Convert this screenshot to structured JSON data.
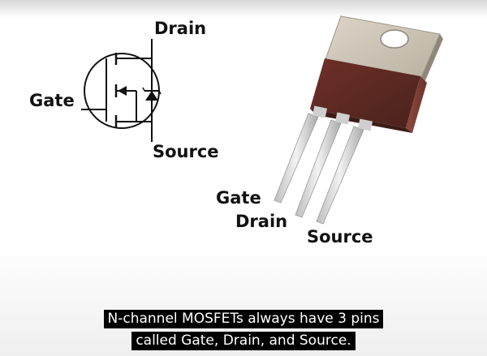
{
  "symbol": {
    "drain_label": "Drain",
    "gate_label": "Gate",
    "source_label": "Source"
  },
  "package": {
    "gate_label": "Gate",
    "drain_label": "Drain",
    "source_label": "Source"
  },
  "caption": {
    "line1": "N-channel MOSFETs always have 3 pins",
    "line2": "called Gate, Drain, and Source."
  },
  "colors": {
    "tab_metal": "#c9c2b4",
    "body_dark": "#5a2a24",
    "body_mid": "#7a3a30",
    "lead_metal": "#cfcfcf",
    "caption_bg": "#000000",
    "caption_text": "#ffffff"
  }
}
